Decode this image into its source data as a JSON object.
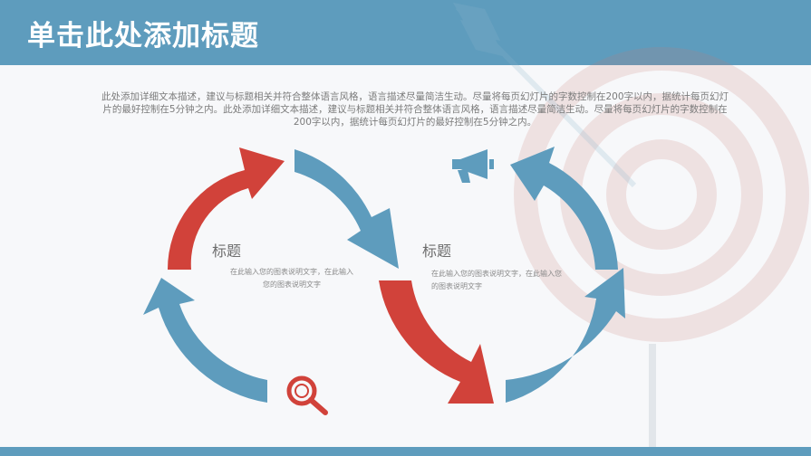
{
  "header": {
    "title": "单击此处添加标题",
    "color": "#5e9cbd"
  },
  "description": "此处添加详细文本描述，建议与标题相关并符合整体语言风格，语言描述尽量简洁生动。尽量将每页幻灯片的字数控制在200字以内，据统计每页幻灯片的最好控制在5分钟之内。此处添加详细文本描述，建议与标题相关并符合整体语言风格，语言描述尽量简洁生动。尽量将每页幻灯片的字数控制在200字以内，据统计每页幻灯片的最好控制在5分钟之内。",
  "cycles": [
    {
      "title": "标题",
      "text": "在此输入您的图表说明文字，在此输入您的图表说明文字",
      "icon": "magnifier-icon"
    },
    {
      "title": "标题",
      "text": "在此输入您的图表说明文字，在此输入您的图表说明文字",
      "icon": "megaphone-icon"
    }
  ],
  "colors": {
    "red": "#d1423a",
    "blue": "#5e9cbd",
    "text": "#7b7b7b"
  }
}
